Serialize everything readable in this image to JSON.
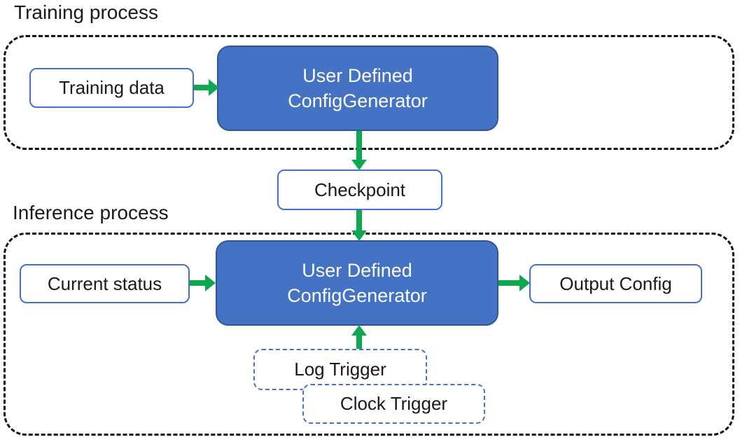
{
  "colors": {
    "accent_blue": "#4472C4",
    "blue_border_dark": "#2F5597",
    "arrow_green": "#0FA750",
    "ink": "#1A1A1A"
  },
  "training": {
    "title": "Training process",
    "input": "Training data",
    "generator": {
      "line1": "User Defined",
      "line2": "ConfigGenerator"
    }
  },
  "checkpoint": "Checkpoint",
  "inference": {
    "title": "Inference process",
    "input": "Current status",
    "generator": {
      "line1": "User Defined",
      "line2": "ConfigGenerator"
    },
    "output": "Output Config",
    "triggers": [
      "Log Trigger",
      "Clock Trigger"
    ]
  }
}
